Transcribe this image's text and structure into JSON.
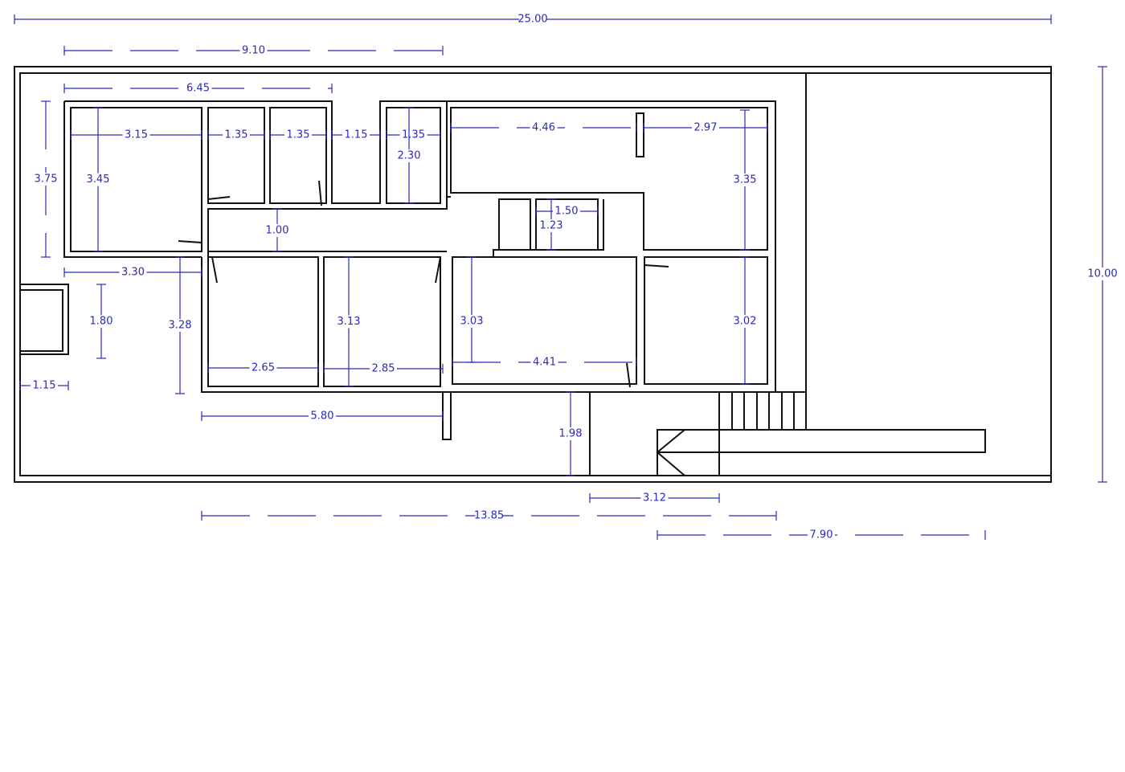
{
  "plan": {
    "colors": {
      "dimension": "#2a2ab8",
      "wall": "#111111"
    },
    "dimensions": {
      "total_width": "25.00",
      "total_depth": "10.00",
      "top_left_span": "9.10",
      "top_block_width": "6.45",
      "room1_width": "3.15",
      "closet1_width": "1.35",
      "closet2_width": "1.35",
      "gap_width": "1.15",
      "bath_width": "1.35",
      "bath_depth": "2.30",
      "living_top_width": "4.46",
      "room_right_width": "2.97",
      "block_depth": "3.75",
      "room1_depth": "3.45",
      "room_right_top_depth": "3.35",
      "wc_width": "1.50",
      "wc_depth": "1.23",
      "corridor_width": "1.00",
      "left_offset": "3.30",
      "pool_depth": "1.80",
      "bedroom_block_depth": "3.28",
      "bedroom2_depth": "3.13",
      "living_depth": "3.03",
      "room_right_bottom_depth": "3.02",
      "bedroom1_width": "2.65",
      "bedroom2_width": "2.85",
      "living_width": "4.41",
      "pool_width": "1.15",
      "bedrooms_span": "5.80",
      "porch_depth": "1.98",
      "stairs_width": "3.12",
      "house_width": "13.85",
      "ramp_width": "7.90"
    }
  }
}
